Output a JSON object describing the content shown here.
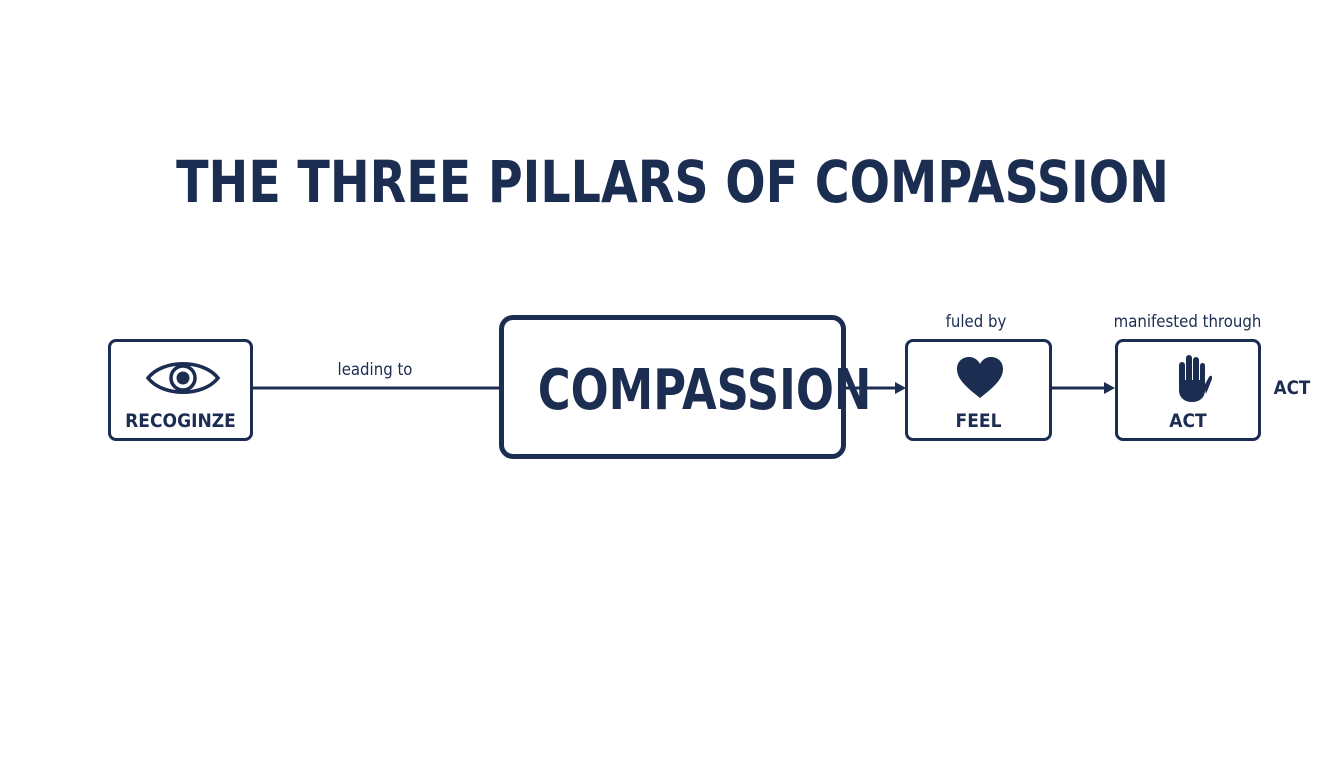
{
  "title": "THE THREE PILLARS OF COMPASSION",
  "colors": {
    "primary": "#1c2d52",
    "background": "#ffffff"
  },
  "nodes": {
    "recognize": {
      "label": "RECOGINZE",
      "icon": "eye-icon"
    },
    "compassion": {
      "label": "COMPASSION"
    },
    "feel": {
      "label": "FEEL",
      "icon": "heart-icon"
    },
    "act": {
      "label": "ACT",
      "icon": "raised-hand-icon"
    }
  },
  "edges": {
    "recognize_to_compassion": "leading to",
    "compassion_to_feel": "fuled by",
    "feel_to_act": "manifested through"
  },
  "side_label": "ACT"
}
